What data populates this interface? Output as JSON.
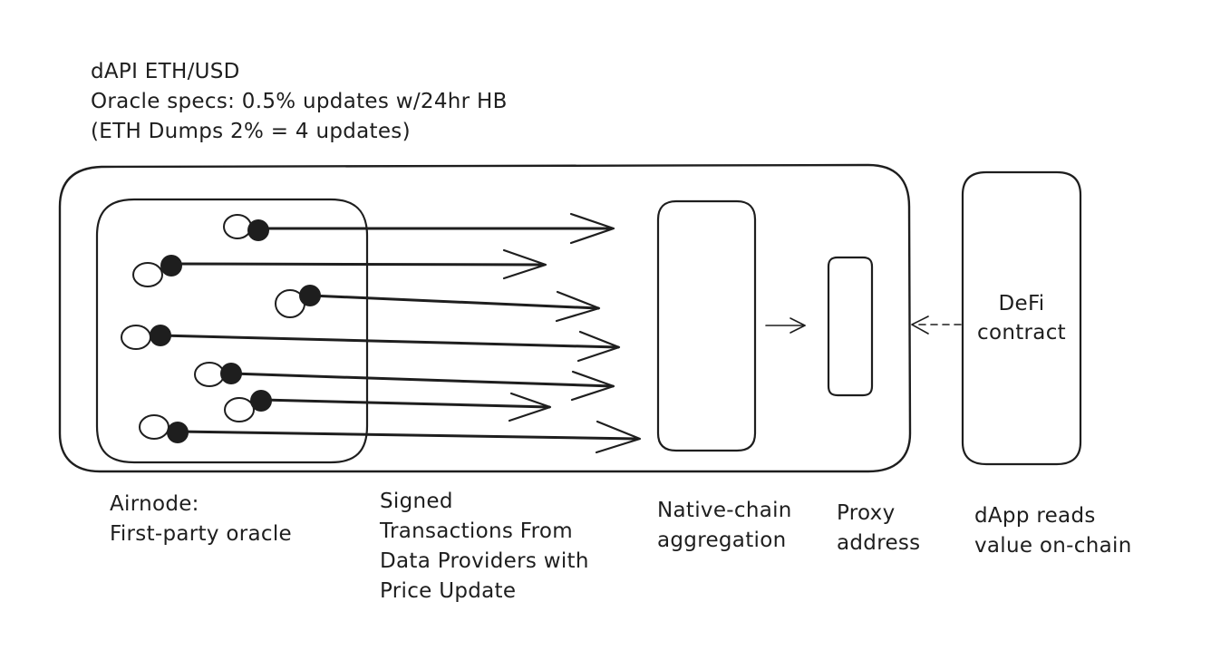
{
  "header": {
    "line1": "dAPI ETH/USD",
    "line2": "Oracle specs: 0.5% updates w/24hr HB",
    "line3": "(ETH Dumps 2% = 4 updates)"
  },
  "labels": {
    "airnode": [
      "Airnode:",
      "First-party oracle"
    ],
    "signed_tx": [
      "Signed",
      "Transactions From",
      "Data Providers with",
      "Price Update"
    ],
    "aggregation": [
      "Native-chain",
      "aggregation"
    ],
    "proxy": [
      "Proxy",
      "address"
    ],
    "dapp": [
      "dApp reads",
      "value on-chain"
    ]
  },
  "defi_box": {
    "lines": [
      "DeFi",
      "contract"
    ]
  },
  "data_providers": {
    "count": 7
  },
  "colors": {
    "ink": "#1e1e1e",
    "background": "#ffffff"
  }
}
